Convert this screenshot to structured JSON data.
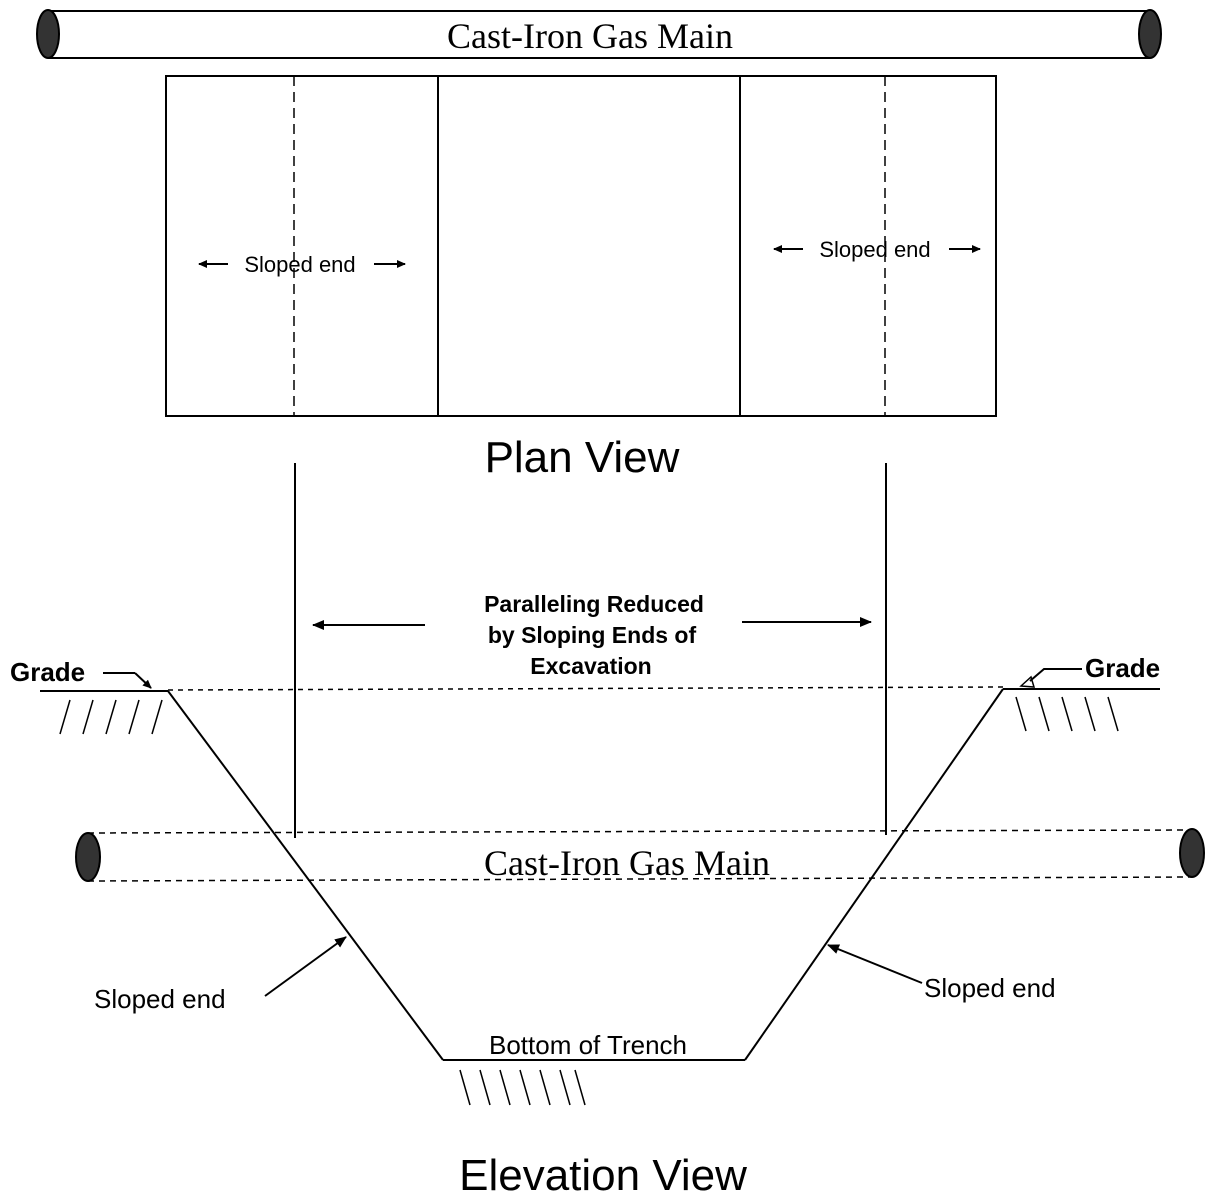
{
  "plan": {
    "pipe_label": "Cast-Iron Gas Main",
    "left_sloped_label": "Sloped end",
    "right_sloped_label": "Sloped end",
    "view_title": "Plan View"
  },
  "elevation": {
    "paralleling_line1": "Paralleling Reduced",
    "paralleling_line2": "by Sloping Ends of",
    "paralleling_line3": "Excavation",
    "grade_left": "Grade",
    "grade_right": "Grade",
    "pipe_label": "Cast-Iron Gas Main",
    "sloped_left": "Sloped end",
    "sloped_right": "Sloped end",
    "trench_bottom": "Bottom of Trench",
    "view_title": "Elevation View"
  }
}
